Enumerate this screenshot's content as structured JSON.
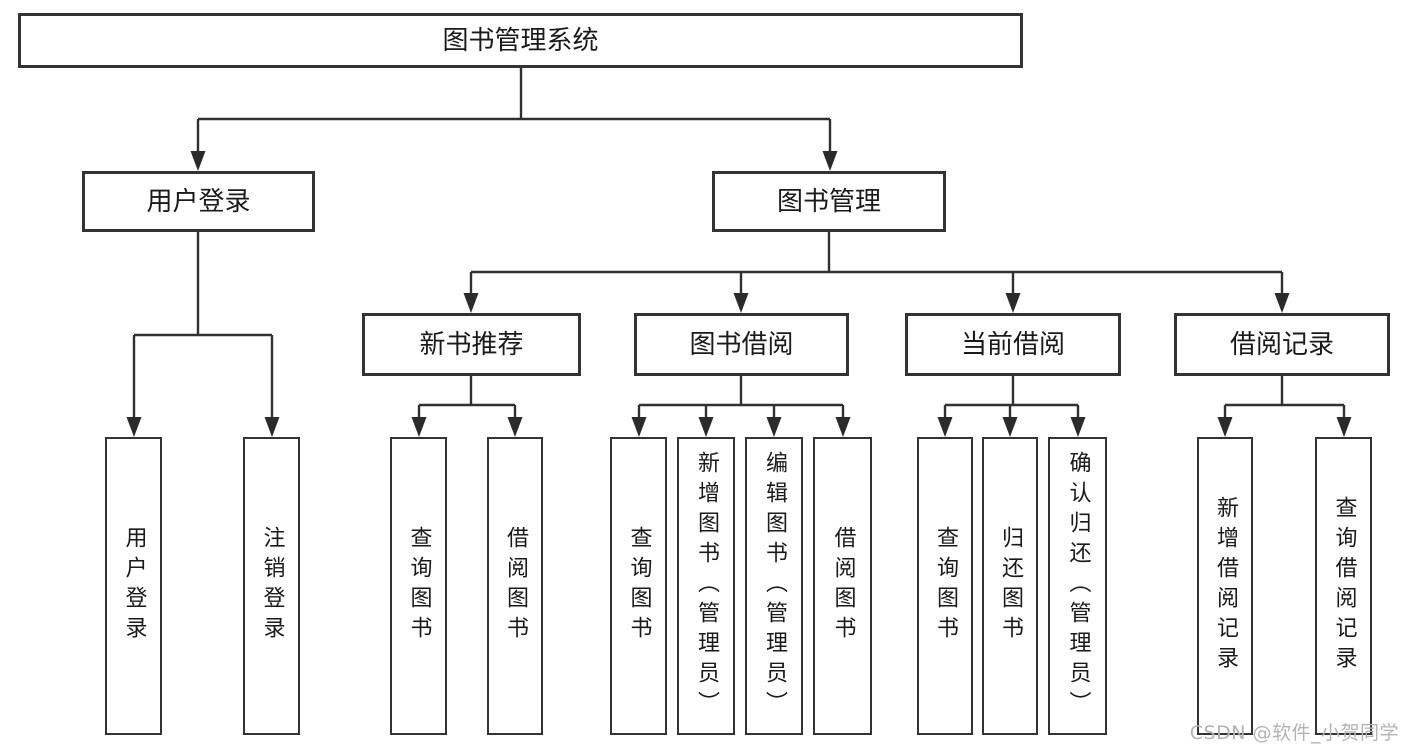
{
  "tree": {
    "root": {
      "label": "图书管理系统"
    },
    "branches": [
      {
        "label": "用户登录",
        "children": [
          {
            "label": "用户登录"
          },
          {
            "label": "注销登录"
          }
        ]
      },
      {
        "label": "图书管理",
        "children": [
          {
            "label": "新书推荐",
            "children": [
              {
                "label": "查询图书"
              },
              {
                "label": "借阅图书"
              }
            ]
          },
          {
            "label": "图书借阅",
            "children": [
              {
                "label": "查询图书"
              },
              {
                "label": "新增图书（管理员）"
              },
              {
                "label": "编辑图书（管理员）"
              },
              {
                "label": "借阅图书"
              }
            ]
          },
          {
            "label": "当前借阅",
            "children": [
              {
                "label": "查询图书"
              },
              {
                "label": "归还图书"
              },
              {
                "label": "确认归还（管理员）"
              }
            ]
          },
          {
            "label": "借阅记录",
            "children": [
              {
                "label": "新增借阅记录"
              },
              {
                "label": "查询借阅记录"
              }
            ]
          }
        ]
      }
    ]
  },
  "watermark": {
    "text": "CSDN @软件_小贺同学"
  },
  "colors": {
    "line": "#303030",
    "box_border": "#333333",
    "box_fill": "#ffffff",
    "text": "#1a1a1a",
    "watermark": "#b3b3b3",
    "background": "#ffffff"
  }
}
